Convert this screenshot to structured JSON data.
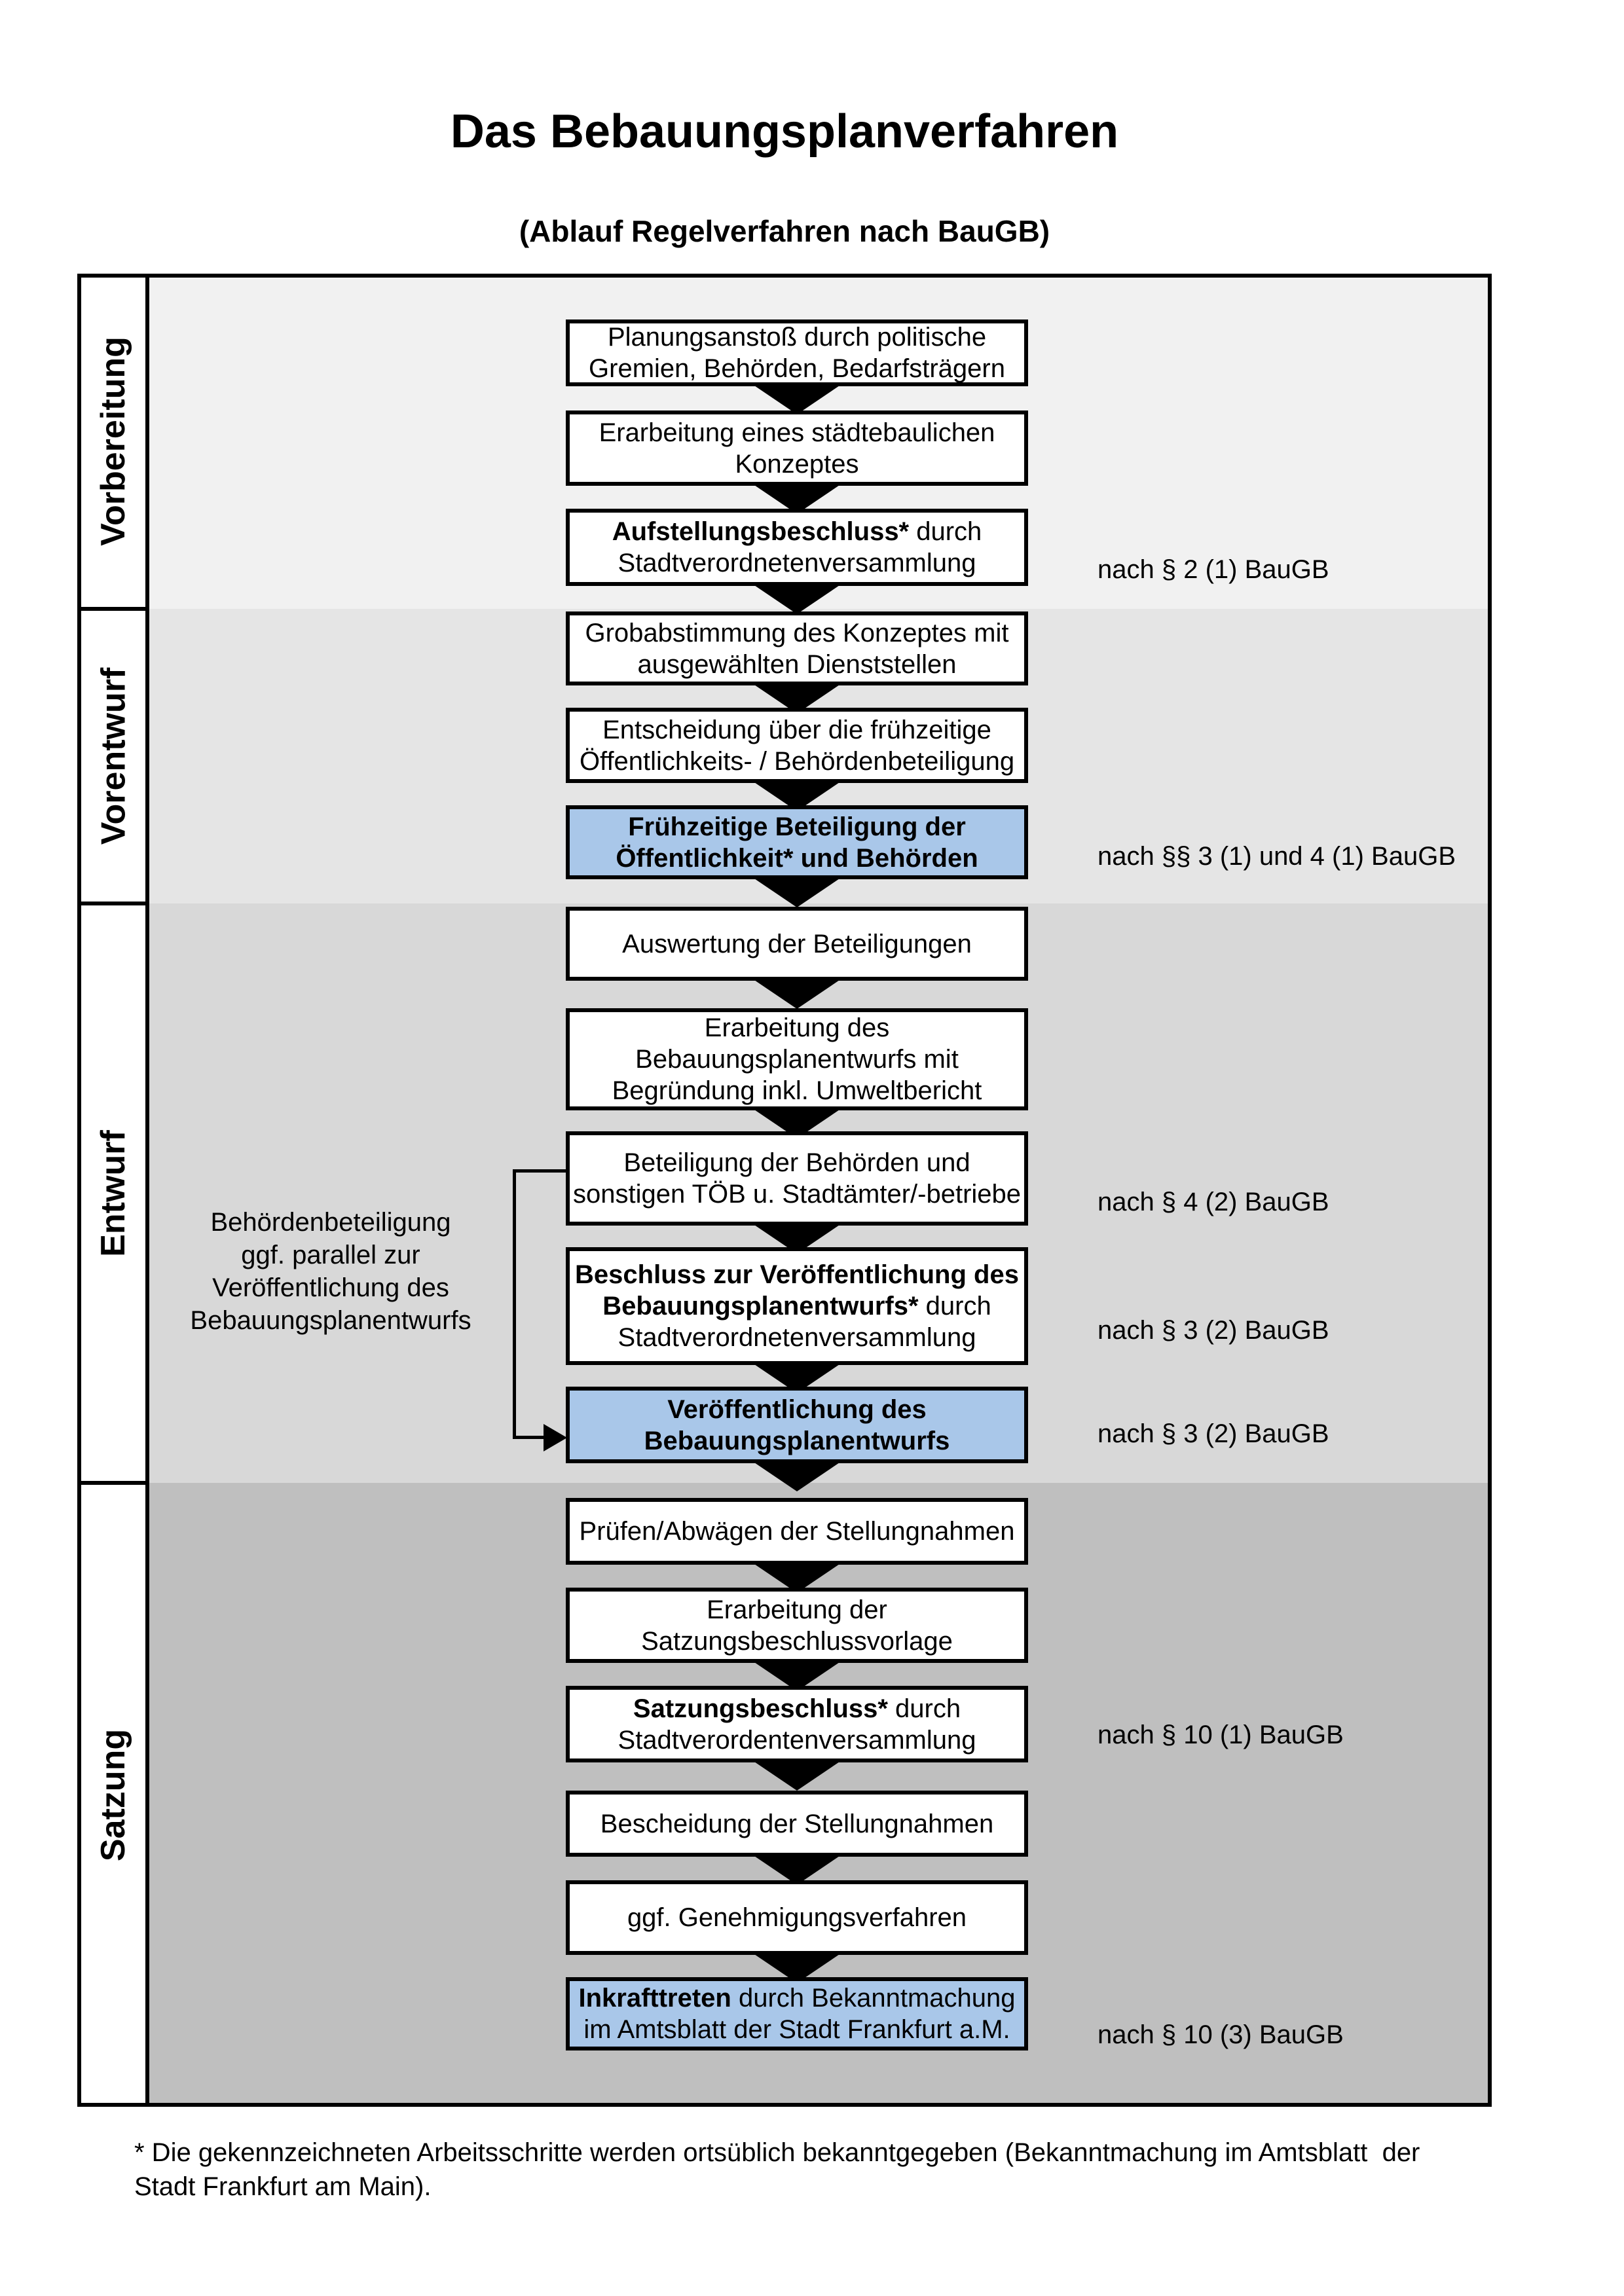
{
  "title": "Das Bebauungsplanverfahren",
  "subtitle": "(Ablauf Regelverfahren nach BauGB)",
  "phases": [
    {
      "label": "Vorbereitung"
    },
    {
      "label": "Vorentwurf"
    },
    {
      "label": "Entwurf"
    },
    {
      "label": "Satzung"
    }
  ],
  "flow": {
    "boxes": [
      {
        "variant": "white",
        "lines": [
          [
            {
              "t": "Planungsanstoß durch politische"
            }
          ],
          [
            {
              "t": "Gremien, Behörden, Bedarfsträgern"
            }
          ]
        ]
      },
      {
        "variant": "white",
        "lines": [
          [
            {
              "t": "Erarbeitung eines städtebaulichen"
            }
          ],
          [
            {
              "t": "Konzeptes"
            }
          ]
        ]
      },
      {
        "variant": "white",
        "lines": [
          [
            {
              "t": "Aufstellungsbeschluss*",
              "b": true
            },
            {
              "t": " durch"
            }
          ],
          [
            {
              "t": "Stadtverordnetenversammlung"
            }
          ]
        ]
      },
      {
        "variant": "white",
        "lines": [
          [
            {
              "t": "Grobabstimmung des Konzeptes mit"
            }
          ],
          [
            {
              "t": "ausgewählten Dienststellen"
            }
          ]
        ]
      },
      {
        "variant": "white",
        "lines": [
          [
            {
              "t": "Entscheidung über die frühzeitige"
            }
          ],
          [
            {
              "t": "Öffentlichkeits- / Behördenbeteiligung"
            }
          ]
        ]
      },
      {
        "variant": "blue",
        "lines": [
          [
            {
              "t": "Frühzeitige Beteiligung der",
              "b": true
            }
          ],
          [
            {
              "t": "Öffentlichkeit* und Behörden",
              "b": true
            }
          ]
        ]
      },
      {
        "variant": "white",
        "lines": [
          [
            {
              "t": "Auswertung der Beteiligungen"
            }
          ]
        ]
      },
      {
        "variant": "white",
        "lines": [
          [
            {
              "t": "Erarbeitung des"
            }
          ],
          [
            {
              "t": "Bebauungsplanentwurfs mit"
            }
          ],
          [
            {
              "t": "Begründung inkl. Umweltbericht"
            }
          ]
        ]
      },
      {
        "variant": "white",
        "lines": [
          [
            {
              "t": "Beteiligung der Behörden und"
            }
          ],
          [
            {
              "t": "sonstigen TÖB u. Stadtämter/-betriebe"
            }
          ]
        ]
      },
      {
        "variant": "white",
        "lines": [
          [
            {
              "t": "Beschluss zur Veröffentlichung des",
              "b": true
            }
          ],
          [
            {
              "t": "Bebauungsplanentwurfs*",
              "b": true
            },
            {
              "t": " durch"
            }
          ],
          [
            {
              "t": "Stadtverordnetenversammlung"
            }
          ]
        ]
      },
      {
        "variant": "blue",
        "lines": [
          [
            {
              "t": "Veröffentlichung des",
              "b": true
            }
          ],
          [
            {
              "t": "Bebauungsplanentwurfs",
              "b": true
            }
          ]
        ]
      },
      {
        "variant": "white",
        "lines": [
          [
            {
              "t": "Prüfen/Abwägen der Stellungnahmen"
            }
          ]
        ]
      },
      {
        "variant": "white",
        "lines": [
          [
            {
              "t": "Erarbeitung der"
            }
          ],
          [
            {
              "t": "Satzungsbeschlussvorlage"
            }
          ]
        ]
      },
      {
        "variant": "white",
        "lines": [
          [
            {
              "t": "Satzungsbeschluss*",
              "b": true
            },
            {
              "t": " durch"
            }
          ],
          [
            {
              "t": "Stadtverordentenversammlung"
            }
          ]
        ]
      },
      {
        "variant": "white",
        "lines": [
          [
            {
              "t": "Bescheidung der Stellungnahmen"
            }
          ]
        ]
      },
      {
        "variant": "white",
        "lines": [
          [
            {
              "t": "ggf. Genehmigungsverfahren"
            }
          ]
        ]
      },
      {
        "variant": "blue",
        "lines": [
          [
            {
              "t": "Inkrafttreten",
              "b": true
            },
            {
              "t": " durch Bekanntmachung"
            }
          ],
          [
            {
              "t": "im Amtsblatt der Stadt Frankfurt a.M."
            }
          ]
        ]
      }
    ],
    "annotations": [
      {
        "text": "nach § 2 (1) BauGB"
      },
      {
        "text": "nach §§ 3 (1) und 4 (1) BauGB"
      },
      {
        "text": "nach § 4 (2) BauGB"
      },
      {
        "text": "nach § 3 (2) BauGB"
      },
      {
        "text": "nach § 3 (2) BauGB"
      },
      {
        "text": "nach § 10 (1) BauGB"
      },
      {
        "text": "nach § 10 (3) BauGB"
      }
    ],
    "side_note": {
      "lines": [
        "Behördenbeteiligung",
        "ggf. parallel zur",
        "Veröffentlichung des",
        "Bebauungsplanentwurfs"
      ]
    }
  },
  "footnote": "* Die gekennzeichneten Arbeitsschritte werden ortsüblich bekanntgegeben (Bekanntmachung im Amtsblatt  der Stadt Frankfurt am Main).",
  "colors": {
    "accent_blue": "#a9c7e9",
    "black": "#000000",
    "white": "#ffffff",
    "sections": [
      "#f1f1f1",
      "#e5e5e5",
      "#d8d8d8",
      "#bfbfbf"
    ]
  }
}
